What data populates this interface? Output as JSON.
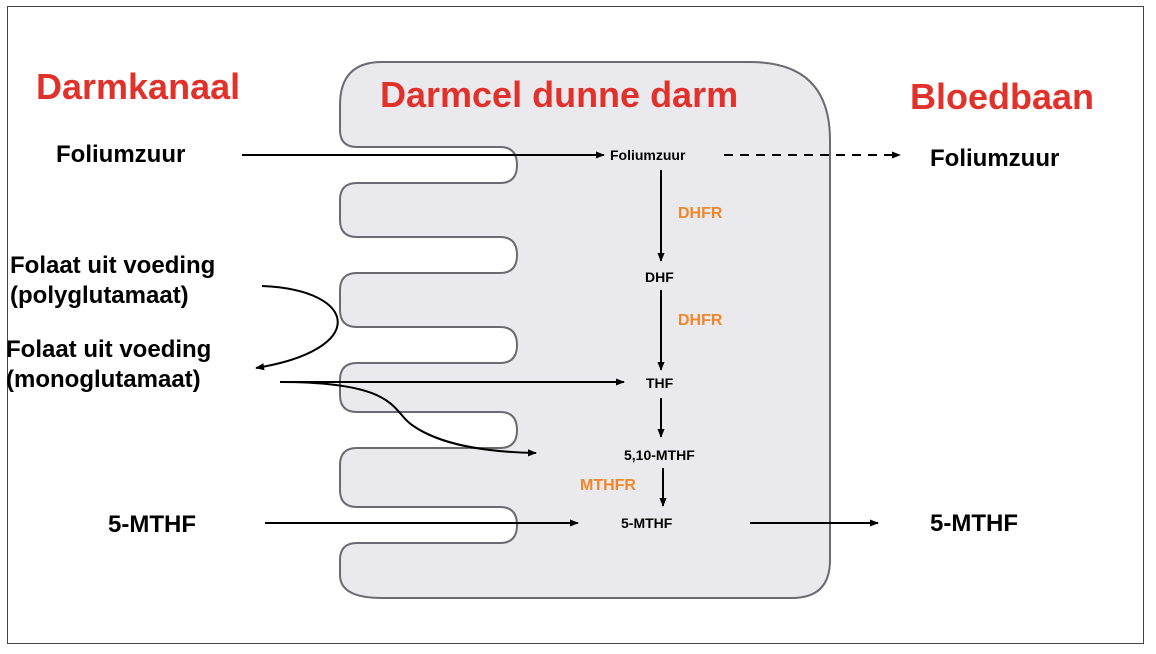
{
  "headers": {
    "lumen": "Darmkanaal",
    "cell": "Darmcel dunne darm",
    "blood": "Bloedbaan"
  },
  "left": {
    "folic_acid": "Foliumzuur",
    "folate_poly_line1": "Folaat uit voeding",
    "folate_poly_line2": "(polyglutamaat)",
    "folate_mono_line1": "Folaat uit voeding",
    "folate_mono_line2": "(monoglutamaat)",
    "mthf": "5-MTHF"
  },
  "cell": {
    "folic_acid": "Foliumzuur",
    "dhf": "DHF",
    "thf": "THF",
    "methylene_thf": "5,10-MTHF",
    "mthf": "5-MTHF"
  },
  "enzymes": {
    "dhfr_1": "DHFR",
    "dhfr_2": "DHFR",
    "mthfr": "MTHFR"
  },
  "right": {
    "folic_acid": "Foliumzuur",
    "mthf": "5-MTHF"
  },
  "colors": {
    "header_red": "#e0322b",
    "enzyme_orange": "#f0862a",
    "cell_fill": "#eaeaee",
    "cell_stroke": "#6a6a72"
  }
}
